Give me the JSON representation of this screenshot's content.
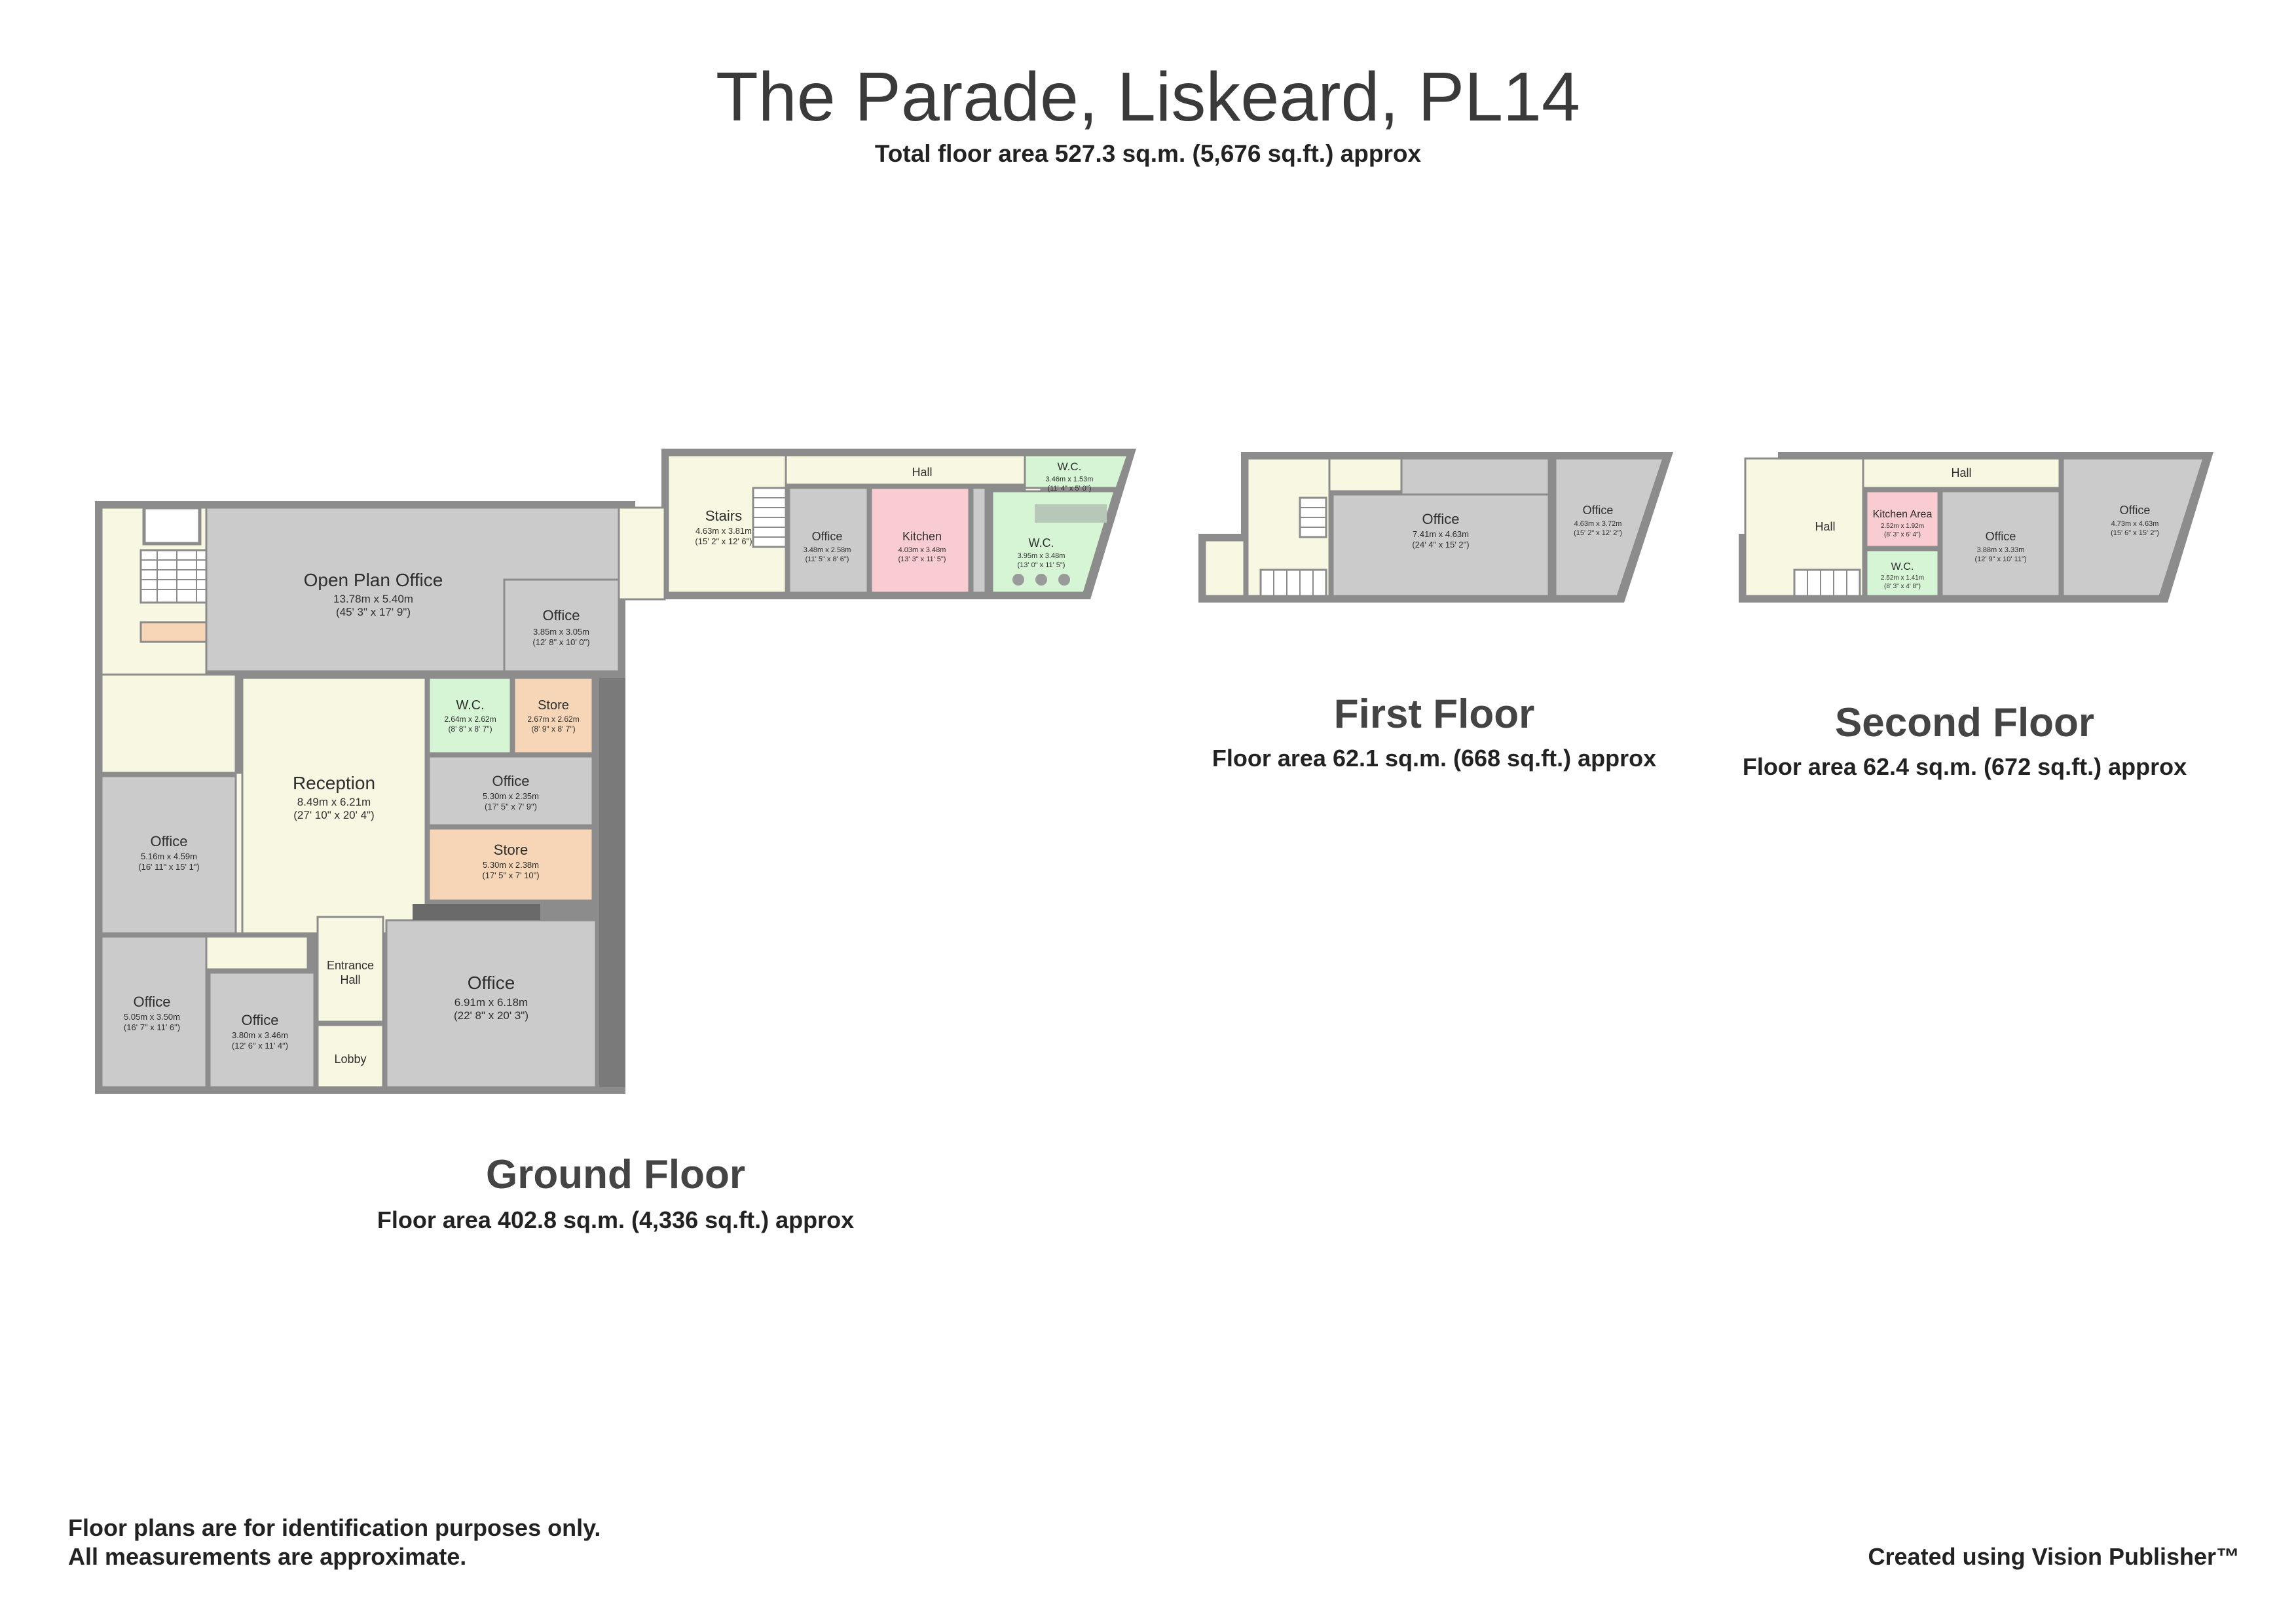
{
  "header": {
    "title": "The Parade, Liskeard, PL14",
    "total_area": "Total floor area 527.3 sq.m. (5,676 sq.ft.) approx"
  },
  "colors": {
    "wall": "#8c8c8c",
    "office": "#cbcbcb",
    "circulation": "#f8f7e2",
    "wc": "#d6f5d4",
    "store": "#f6d6b6",
    "kitchen": "#f8ccd0"
  },
  "floors": {
    "ground": {
      "name": "Ground Floor",
      "area": "Floor area 402.8 sq.m. (4,336 sq.ft.) approx"
    },
    "first": {
      "name": "First Floor",
      "area": "Floor area 62.1 sq.m. (668 sq.ft.) approx"
    },
    "second": {
      "name": "Second Floor",
      "area": "Floor area 62.4 sq.m. (672 sq.ft.) approx"
    }
  },
  "rooms": {
    "g_open_plan": {
      "name": "Open Plan Office",
      "m": "13.78m x 5.40m",
      "ft": "(45' 3\" x 17' 9\")"
    },
    "g_office_small": {
      "name": "Office",
      "m": "3.85m x 3.05m",
      "ft": "(12' 8\" x 10' 0\")"
    },
    "g_stairs": {
      "name": "Stairs",
      "m": "4.63m x 3.81m",
      "ft": "(15' 2\" x 12' 6\")"
    },
    "g_hall": {
      "name": "Hall"
    },
    "g_office_rear": {
      "name": "Office",
      "m": "3.48m x 2.58m",
      "ft": "(11' 5\" x 8' 6\")"
    },
    "g_kitchen": {
      "name": "Kitchen",
      "m": "4.03m x 3.48m",
      "ft": "(13' 3\" x 11' 5\")"
    },
    "g_wc_small": {
      "name": "W.C.",
      "m": "3.46m x 1.53m",
      "ft": "(11' 4\" x 5' 0\")"
    },
    "g_wc_rear": {
      "name": "W.C.",
      "m": "3.95m x 3.48m",
      "ft": "(13' 0\" x 11' 5\")"
    },
    "g_wc": {
      "name": "W.C.",
      "m": "2.64m x 2.62m",
      "ft": "(8' 8\" x 8' 7\")"
    },
    "g_store_small": {
      "name": "Store",
      "m": "2.67m x 2.62m",
      "ft": "(8' 9\" x 8' 7\")"
    },
    "g_reception": {
      "name": "Reception",
      "m": "8.49m x 6.21m",
      "ft": "(27' 10\" x 20' 4\")"
    },
    "g_office_mid": {
      "name": "Office",
      "m": "5.30m x 2.35m",
      "ft": "(17' 5\" x 7' 9\")"
    },
    "g_store": {
      "name": "Store",
      "m": "5.30m x 2.38m",
      "ft": "(17' 5\" x 7' 10\")"
    },
    "g_office_left": {
      "name": "Office",
      "m": "5.16m x 4.59m",
      "ft": "(16' 11\" x 15' 1\")"
    },
    "g_office_bl": {
      "name": "Office",
      "m": "5.05m x 3.50m",
      "ft": "(16' 7\" x 11' 6\")"
    },
    "g_office_bm": {
      "name": "Office",
      "m": "3.80m x 3.46m",
      "ft": "(12' 6\" x 11' 4\")"
    },
    "g_entrance": {
      "name": "Entrance",
      "name2": "Hall"
    },
    "g_lobby": {
      "name": "Lobby"
    },
    "g_office_big": {
      "name": "Office",
      "m": "6.91m x 6.18m",
      "ft": "(22' 8\" x 20' 3\")"
    },
    "f_office_main": {
      "name": "Office",
      "m": "7.41m x 4.63m",
      "ft": "(24' 4\" x 15' 2\")"
    },
    "f_office_side": {
      "name": "Office",
      "m": "4.63m x 3.72m",
      "ft": "(15' 2\" x 12' 2\")"
    },
    "s_hall_top": {
      "name": "Hall"
    },
    "s_hall_left": {
      "name": "Hall"
    },
    "s_kitchen": {
      "name": "Kitchen Area",
      "m": "2.52m x 1.92m",
      "ft": "(8' 3\" x 6' 4\")"
    },
    "s_wc": {
      "name": "W.C.",
      "m": "2.52m x 1.41m",
      "ft": "(8' 3\" x 4' 8\")"
    },
    "s_office_mid": {
      "name": "Office",
      "m": "3.88m x 3.33m",
      "ft": "(12' 9\" x 10' 11\")"
    },
    "s_office_right": {
      "name": "Office",
      "m": "4.73m x 4.63m",
      "ft": "(15' 6\" x 15' 2\")"
    }
  },
  "footer": {
    "disclaimer_1": "Floor plans are for identification purposes only.",
    "disclaimer_2": "All measurements are approximate.",
    "credit": "Created using Vision Publisher™"
  }
}
